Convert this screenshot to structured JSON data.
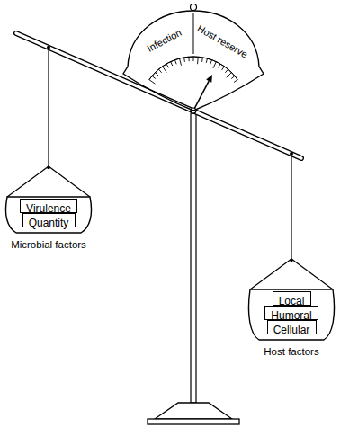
{
  "diagram": {
    "nodes": [
      {
        "text": [
          "Infection",
          "Host reserve"
        ]
      },
      {
        "text": [
          "Microbial factors"
        ]
      },
      {
        "text": [
          "Virulence"
        ],
        "in": 1
      },
      {
        "text": [
          "Quantity"
        ],
        "in": 1
      },
      {
        "text": [
          "Host factors"
        ]
      },
      {
        "text": [
          "Local"
        ],
        "in": 4
      },
      {
        "text": [
          "Humoral"
        ],
        "in": 4
      },
      {
        "text": [
          "Cellular"
        ],
        "in": 4
      }
    ]
  }
}
